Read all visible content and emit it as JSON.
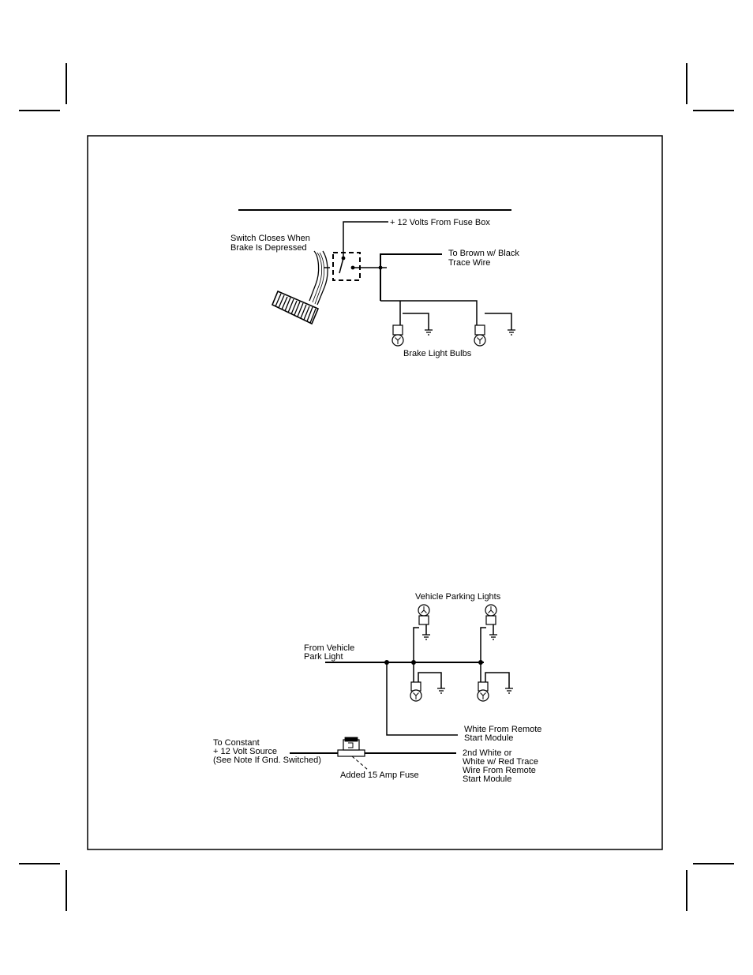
{
  "brake_diagram": {
    "label_supply": "+ 12 Volts From Fuse Box",
    "label_switch": [
      "Switch Closes When",
      "Brake Is Depressed"
    ],
    "label_output": [
      "To Brown w/ Black",
      "Trace Wire"
    ],
    "label_bulbs": "Brake Light Bulbs"
  },
  "parking_diagram": {
    "label_bulbs": "Vehicle Parking Lights",
    "label_input": [
      "From Vehicle",
      "Park Light"
    ],
    "label_white": [
      "White From Remote",
      "Start Module"
    ],
    "label_constant": [
      "To Constant",
      "+ 12 Volt Source",
      "(See Note If Gnd. Switched)"
    ],
    "label_second_white": [
      "2nd White or",
      "White w/ Red  Trace",
      "Wire From Remote",
      "Start Module"
    ],
    "label_fuse": "Added 15 Amp Fuse",
    "fuse_rating": "15A"
  },
  "icons": [
    "bulb-icon",
    "ground-icon",
    "fuse-icon",
    "brake-pedal-icon",
    "switch-icon"
  ],
  "colors": {
    "ink": "#000000",
    "paper": "#ffffff"
  }
}
